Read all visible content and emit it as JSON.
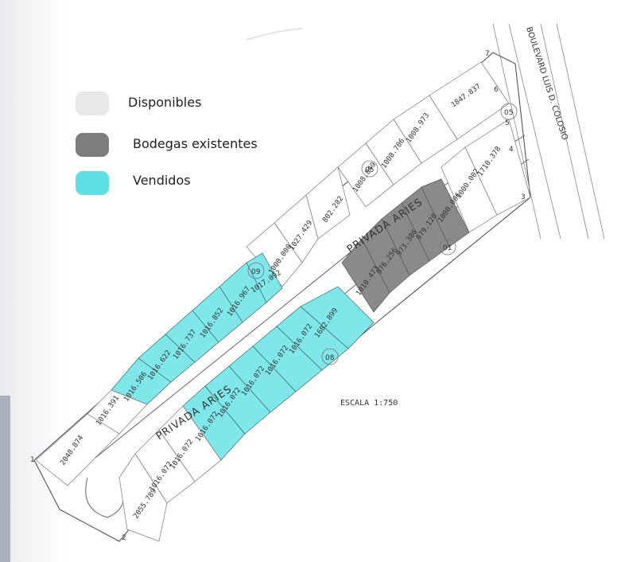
{
  "legend": [
    {
      "label": "Disponibles",
      "color": "#e8e8e8"
    },
    {
      "label": "Bodegas existentes",
      "color": "#7d7d7d"
    },
    {
      "label": "Vendidos",
      "color": "#5ee0e4"
    }
  ],
  "colors": {
    "vendido": "#7fe6ea",
    "bodega": "#8a8a8a",
    "disponible": "#ffffff"
  },
  "streets": {
    "privada_upper": "PRIVADA ARIES",
    "privada_lower": "PRIVADA ARIES",
    "boulevard": "BOULEVARD LUIS D. COLOSIO"
  },
  "scale": "ESCALA 1:750",
  "markers": {
    "m01": "01",
    "m05a": "05",
    "m05b": "05",
    "m08": "08",
    "m09": "09"
  },
  "vertices": {
    "v1": "1",
    "v2": "2",
    "v3": "3",
    "v4": "4",
    "v5": "5",
    "v6": "6",
    "v7": "7"
  },
  "lots": {
    "a": "1847.837",
    "b": "1008.973",
    "c": "1008.706",
    "d": "1008.849",
    "e": "1027.429",
    "f": "1000.000",
    "g": "1017.092",
    "h": "1016.967",
    "i": "1016.852",
    "j": "1016.737",
    "k": "1016.622",
    "l": "1016.506",
    "m": "1016.391",
    "n": "2048.874",
    "o": "1710.378",
    "p": "1000.002",
    "q": "1000.006",
    "r": "979.120",
    "s": "973.386",
    "t": "976.256",
    "u": "1010.473",
    "v": "1682.899",
    "w": "1016.072",
    "x": "1016.072",
    "y": "1016.072",
    "z": "1016.072",
    "aa": "1016.072",
    "ab": "1016.072",
    "ac": "1016.072",
    "ad": "2055.789",
    "ae": "802.282"
  }
}
